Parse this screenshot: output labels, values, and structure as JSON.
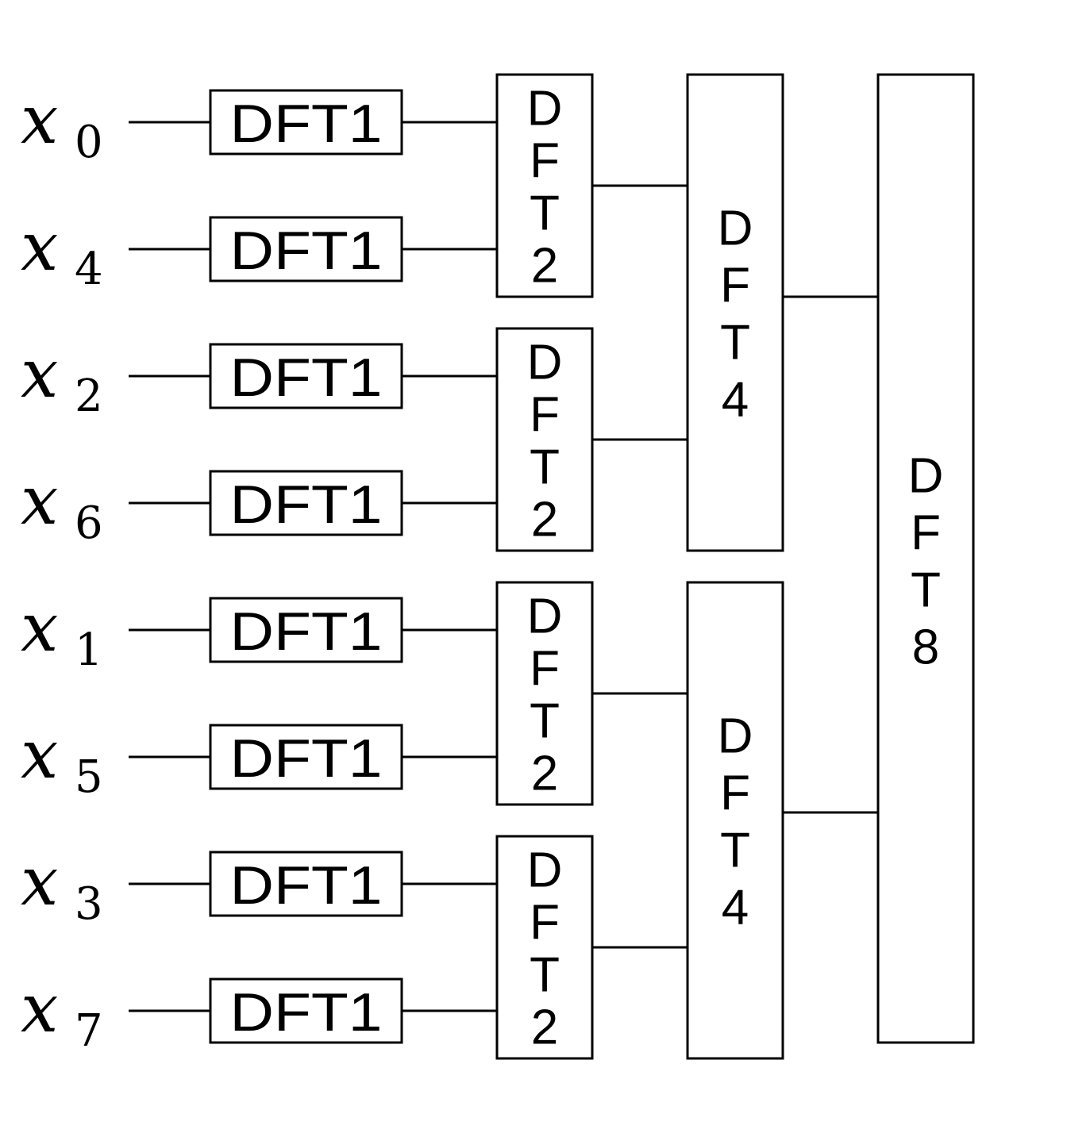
{
  "diagram": {
    "inputs": [
      {
        "var": "x",
        "sub": "0"
      },
      {
        "var": "x",
        "sub": "4"
      },
      {
        "var": "x",
        "sub": "2"
      },
      {
        "var": "x",
        "sub": "6"
      },
      {
        "var": "x",
        "sub": "1"
      },
      {
        "var": "x",
        "sub": "5"
      },
      {
        "var": "x",
        "sub": "3"
      },
      {
        "var": "x",
        "sub": "7"
      }
    ],
    "stage1": [
      "DFT1",
      "DFT1",
      "DFT1",
      "DFT1",
      "DFT1",
      "DFT1",
      "DFT1",
      "DFT1"
    ],
    "stage2": [
      "DFT2",
      "DFT2",
      "DFT2",
      "DFT2"
    ],
    "stage3": [
      "DFT4",
      "DFT4"
    ],
    "stage4": [
      "DFT8"
    ]
  }
}
